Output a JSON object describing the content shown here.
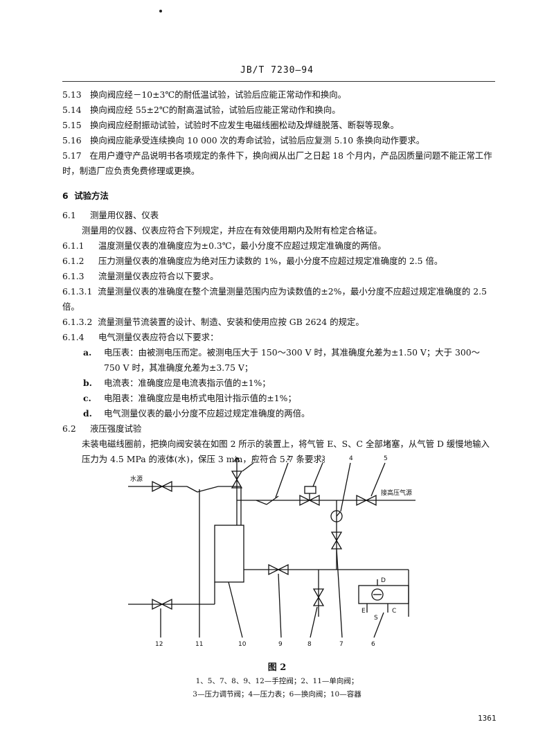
{
  "header": "JB/T 7230—94",
  "items": [
    {
      "num": "5.13",
      "text": "换向阀应经－10±3℃的耐低温试验，试验后应能正常动作和换向。"
    },
    {
      "num": "5.14",
      "text": "换向阀应经 55±2℃的耐高温试验，试验后应能正常动作和换向。"
    },
    {
      "num": "5.15",
      "text": "换向阀应经耐振动试验，试验时不应发生电磁线圈松动及焊缝脱落、断裂等现象。"
    },
    {
      "num": "5.16",
      "text": "换向阀应能承受连续换向 10 000 次的寿命试验，试验后应复测 5.10 条换向动作要求。"
    },
    {
      "num": "5.17",
      "text": "在用户遵守产品说明书各项规定的条件下，换向阀从出厂之日起 18 个月内，产品因质量问题不能正常工作时，制造厂应负责免费修理或更换。"
    }
  ],
  "section6": {
    "num": "6",
    "title": "试验方法"
  },
  "s61": {
    "num": "6.1",
    "title": "测量用仪器、仪表",
    "para": "测量用的仪器、仪表应符合下列规定，并应在有效使用期内及附有检定合格证。"
  },
  "s611": {
    "num": "6.1.1",
    "text": "温度测量仪表的准确度应为±0.3℃，最小分度不应超过规定准确度的两倍。"
  },
  "s612": {
    "num": "6.1.2",
    "text": "压力测量仪表的准确度应为绝对压力读数的 1%，最小分度不应超过规定准确度的 2.5 倍。"
  },
  "s613": {
    "num": "6.1.3",
    "text": "流量测量仪表应符合以下要求。"
  },
  "s6131": {
    "num": "6.1.3.1",
    "text": "流量测量仪表的准确度在整个流量测量范围内应为读数值的±2%，最小分度不应超过规定准确度的 2.5 倍。"
  },
  "s6132": {
    "num": "6.1.3.2",
    "text": "流量测量节流装置的设计、制造、安装和使用应按 GB 2624 的规定。"
  },
  "s614": {
    "num": "6.1.4",
    "text": "电气测量仪表应符合以下要求："
  },
  "lettered": [
    {
      "letter": "a.",
      "text": "电压表：由被测电压而定。被测电压大于 150～300 V 时，其准确度允差为±1.50 V；大于 300～750 V 时，其准确度允差为±3.75 V；"
    },
    {
      "letter": "b.",
      "text": "电流表：准确度应是电流表指示值的±1%；"
    },
    {
      "letter": "c.",
      "text": "电阻表：准确度应是电桥式电阻计指示值的±1%；"
    },
    {
      "letter": "d.",
      "text": "电气测量仪表的最小分度不应超过规定准确度的两倍。"
    }
  ],
  "s62": {
    "num": "6.2",
    "title": "液压强度试验",
    "para": "未装电磁线圈前，把换向阀安装在如图 2 所示的装置上，将气管 E、S、C 全部堵塞，从气管 D 缓慢地输入压力为 4.5 MPa 的液体(水)，保压 3 min，应符合 5.7 条要求。"
  },
  "figure": {
    "labels_top": [
      "1",
      "2",
      "3",
      "4",
      "5"
    ],
    "labels_bottom": [
      "12",
      "11",
      "10",
      "9",
      "8",
      "7",
      "6"
    ],
    "water_source": "水源",
    "high_pressure": "接高压气源",
    "ports": [
      "D",
      "E",
      "S",
      "C"
    ],
    "title": "图 2",
    "legend_line1": "1、5、7、8、9、12—手控阀；2、11—单向阀；",
    "legend_line2": "3—压力调节阀；4—压力表；6—换向阀；10—容器"
  },
  "page_number": "1361"
}
